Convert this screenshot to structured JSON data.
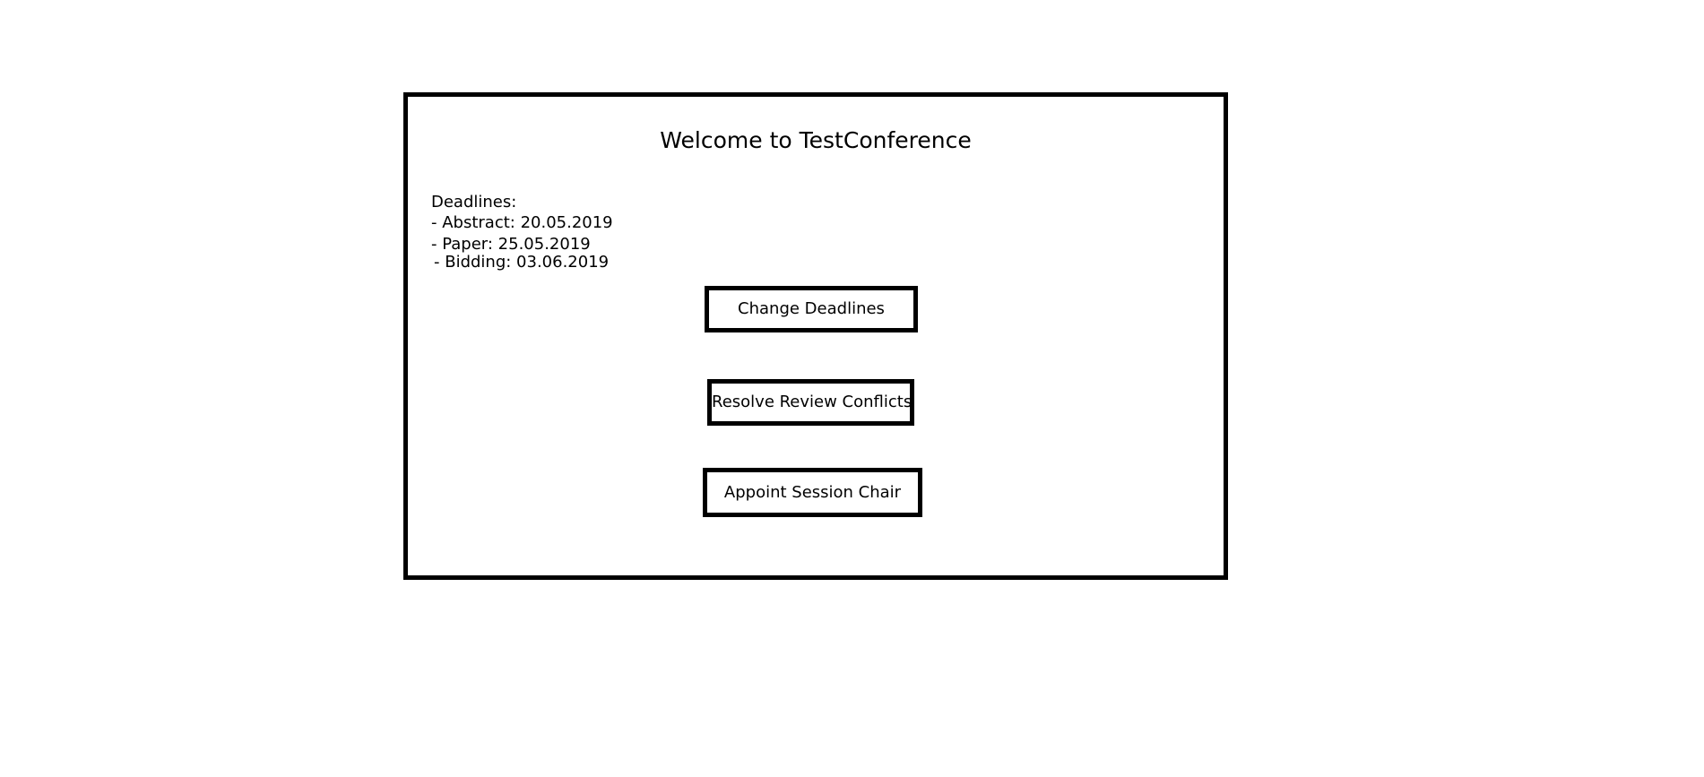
{
  "page": {
    "title": "Welcome to TestConference"
  },
  "deadlines": {
    "heading": "Deadlines:",
    "items": [
      "- Abstract: 20.05.2019",
      "- Paper: 25.05.2019",
      "- Bidding: 03.06.2019"
    ]
  },
  "actions": {
    "change_deadlines_label": "Change Deadlines",
    "resolve_conflicts_label": "Resolve Review Conflicts",
    "appoint_chair_label": "Appoint Session Chair"
  },
  "colors": {
    "background": "#ffffff",
    "border": "#000000",
    "text": "#000000"
  }
}
